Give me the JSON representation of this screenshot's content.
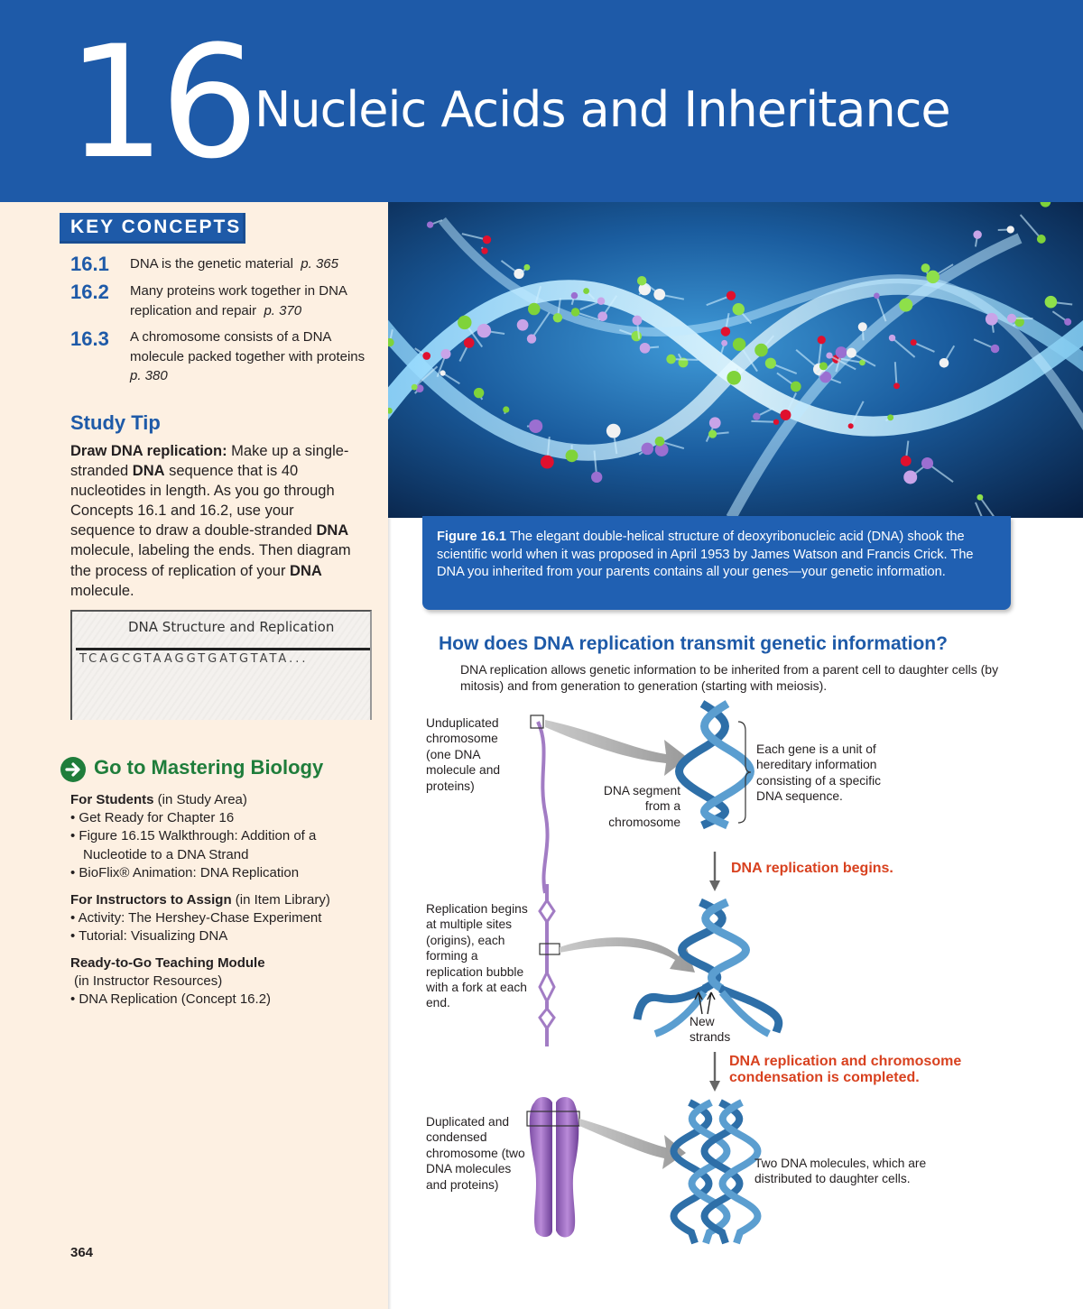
{
  "header": {
    "chapter_number": "16",
    "chapter_title": "Nucleic Acids and Inheritance"
  },
  "key_concepts": {
    "label": "KEY CONCEPTS",
    "items": [
      {
        "num": "16.1",
        "text": "DNA is the genetic material",
        "page": "p. 365"
      },
      {
        "num": "16.2",
        "text": "Many proteins work together in DNA replication and repair",
        "page": "p. 370"
      },
      {
        "num": "16.3",
        "text": "A chromosome consists of a DNA molecule packed together with proteins",
        "page": "p. 380"
      }
    ]
  },
  "study_tip": {
    "title": "Study Tip",
    "lead": "Draw DNA replication:",
    "p1": " Make up a single-stranded ",
    "dna1": "DNA",
    "p2": " sequence that is 40 nucleotides in length. As you go through Concepts 16.1 and 16.2, use your sequence to draw a double-stranded ",
    "dna2": "DNA",
    "p3": " molecule, labeling the ends. Then diagram the process of replication of your ",
    "dna3": "DNA",
    "p4": " molecule."
  },
  "dna_card": {
    "title": "DNA Structure and Replication",
    "sequence": "TCAGCGTAAGGTGATGTATA..."
  },
  "mastering": {
    "title": "Go to Mastering Biology",
    "students_head": "For Students",
    "students_sub": " (in Study Area)",
    "students_items": [
      "• Get Ready for Chapter 16",
      "• Figure 16.15 Walkthrough: Addition of a Nucleotide to a DNA Strand",
      "• BioFlix® Animation: DNA Replication"
    ],
    "instructors_head": "For Instructors to Assign",
    "instructors_sub": " (in Item Library)",
    "instructors_items": [
      "• Activity: The Hershey-Chase Experiment",
      "• Tutorial: Visualizing DNA"
    ],
    "module_head": "Ready-to-Go Teaching Module",
    "module_sub": "(in Instructor Resources)",
    "module_items": [
      "• DNA Replication (Concept 16.2)"
    ]
  },
  "page_number": "364",
  "figure": {
    "label": "Figure 16.1",
    "caption": " The elegant double-helical structure of deoxyribonucleic acid (DNA) shook the scientific world when it was proposed in April 1953 by James Watson and Francis Crick. The DNA you inherited from your parents contains all your genes—your genetic information."
  },
  "visual_question": {
    "title": "How does DNA replication transmit genetic information?",
    "intro": "DNA replication allows genetic information to be inherited from a parent cell to daughter cells (by mitosis) and from generation to generation (starting with meiosis).",
    "unduplicated": "Unduplicated chromosome (one DNA molecule and proteins)",
    "segment": "DNA segment from a chromosome",
    "gene_note": "Each gene is a unit of hereditary information consisting of a specific DNA sequence.",
    "step1": "DNA replication begins.",
    "replication_note": "Replication begins at multiple sites (origins), each forming a replication bubble with a fork at each end.",
    "new_strands": "New strands",
    "step2": "DNA replication and chromosome condensation is completed.",
    "duplicated": "Duplicated and condensed chromosome (two DNA molecules and proteins)",
    "two_molecules": "Two DNA molecules, which are distributed to daughter cells."
  },
  "colors": {
    "brand_blue": "#1e5aa8",
    "sidebar_bg": "#fdf0e2",
    "step_red": "#d8411f",
    "mastering_green": "#1f7d3b"
  }
}
